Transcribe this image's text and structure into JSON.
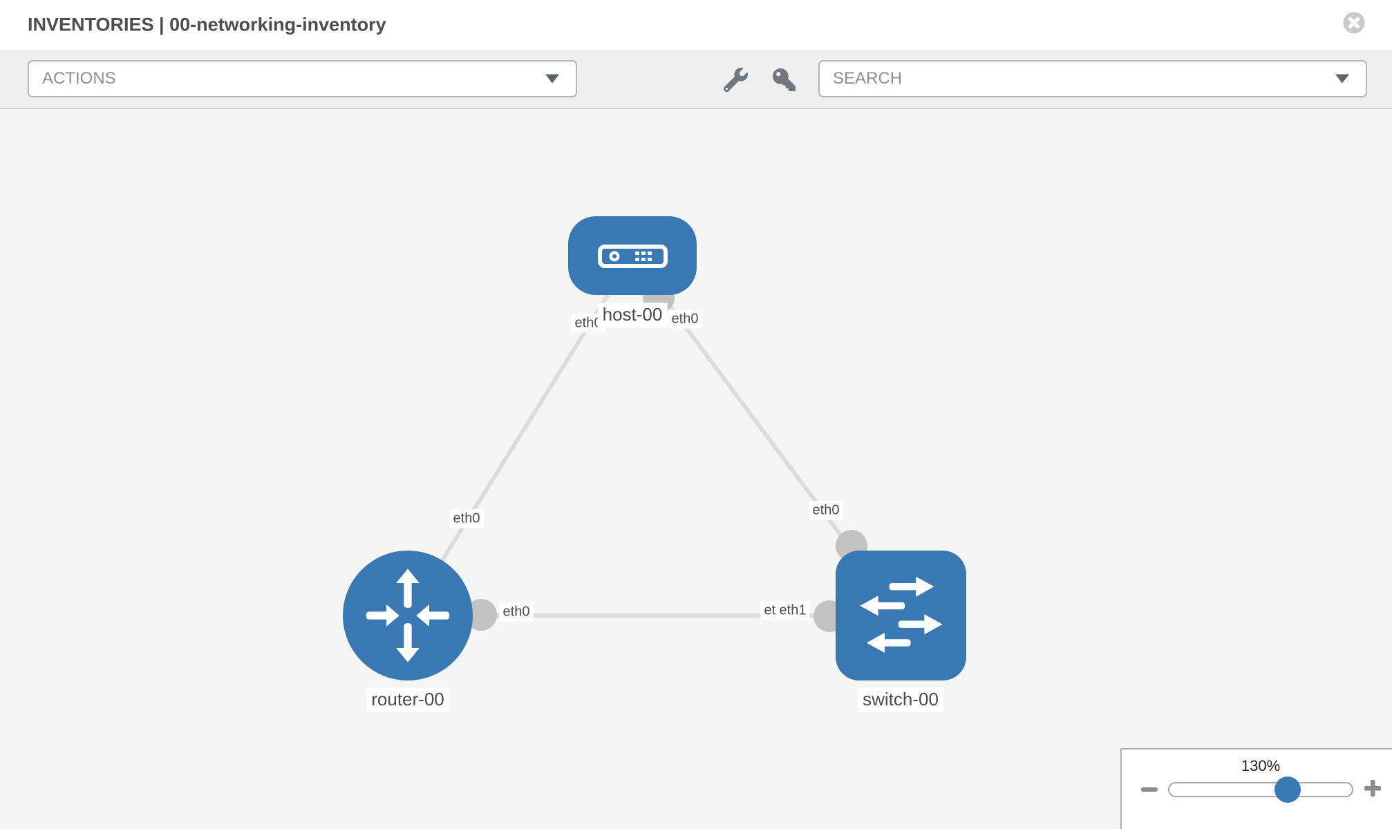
{
  "header": {
    "title": "INVENTORIES | 00-networking-inventory"
  },
  "toolbar": {
    "actions_label": "ACTIONS",
    "search_label": "SEARCH"
  },
  "topology": {
    "nodes": [
      {
        "id": "host-00",
        "type": "host",
        "label": "host-00"
      },
      {
        "id": "router-00",
        "type": "router",
        "label": "router-00"
      },
      {
        "id": "switch-00",
        "type": "switch",
        "label": "switch-00"
      }
    ],
    "links": [
      {
        "source": "host-00",
        "source_interface": "eth0",
        "target": "router-00",
        "target_interface": "eth0"
      },
      {
        "source": "host-00",
        "source_interface": "eth0",
        "target": "switch-00",
        "target_interface": "eth0"
      },
      {
        "source": "router-00",
        "source_interface": "eth0",
        "target": "switch-00",
        "target_interface": "eth1"
      }
    ],
    "overlapped_label": "eth0"
  },
  "zoom": {
    "level": "130%"
  },
  "colors": {
    "node_blue": "#3a78b4",
    "edge_gray": "#dcdcdc",
    "port_gray": "#c2c2c2",
    "canvas_bg": "#f5f5f5",
    "toolbar_bg": "#efefef"
  },
  "icons": {
    "close": "circle-x",
    "actions_caret": "chevron-down",
    "search_caret": "chevron-down",
    "wrench": "wrench",
    "key": "key",
    "zoom_out": "minus",
    "zoom_in": "plus"
  }
}
